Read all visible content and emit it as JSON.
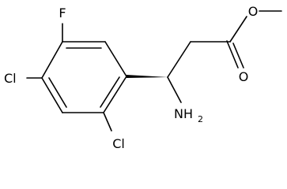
{
  "molecule": {
    "atoms": {
      "fluorine": "F",
      "chlorine_4": "Cl",
      "chlorine_2": "Cl",
      "amine_n": "NH",
      "amine_h_count": "2",
      "carbonyl_o": "O",
      "ester_o": "O"
    },
    "stereo_bond": "wedge"
  }
}
